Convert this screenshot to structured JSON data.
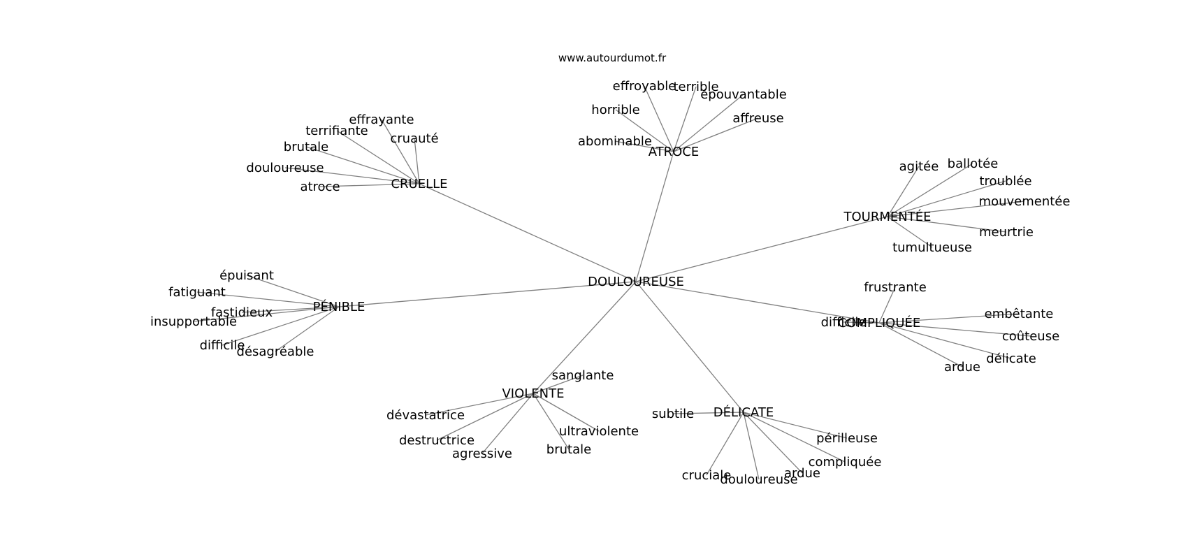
{
  "source_label": "www.autourdumot.fr",
  "root": "DOULOUREUSE",
  "hubs": [
    {
      "id": "cruelle",
      "label": "CRUELLE",
      "words": [
        "effrayante",
        "terrifiante",
        "cruauté",
        "brutale",
        "douloureuse",
        "atroce"
      ]
    },
    {
      "id": "atroce",
      "label": "ATROCE",
      "words": [
        "effroyable",
        "terrible",
        "épouvantable",
        "horrible",
        "affreuse",
        "abominable"
      ]
    },
    {
      "id": "tourmentee",
      "label": "TOURMENTÉE",
      "words": [
        "agitée",
        "ballotée",
        "troublée",
        "mouvementée",
        "meurtrie",
        "tumultueuse"
      ]
    },
    {
      "id": "penible",
      "label": "PÉNIBLE",
      "words": [
        "épuisant",
        "fatiguant",
        "fastidieux",
        "insupportable",
        "difficile",
        "désagréable"
      ]
    },
    {
      "id": "compliquee",
      "label": "COMPLIQUÉE",
      "words": [
        "frustrante",
        "difficile",
        "embêtante",
        "coûteuse",
        "délicate",
        "ardue"
      ]
    },
    {
      "id": "violente",
      "label": "VIOLENTE",
      "words": [
        "sanglante",
        "dévastatrice",
        "destructrice",
        "agressive",
        "ultraviolente",
        "brutale"
      ]
    },
    {
      "id": "delicate",
      "label": "DÉLICATE",
      "words": [
        "subtile",
        "périlleuse",
        "compliquée",
        "cruciale",
        "douloureuse",
        "ardue"
      ]
    }
  ]
}
